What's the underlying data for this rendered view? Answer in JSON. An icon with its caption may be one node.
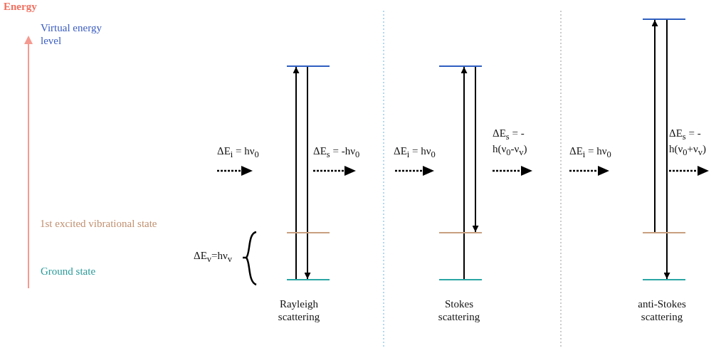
{
  "diagram": {
    "nodes": [
      {
        "text": [],
        "shape": "bar"
      },
      {
        "text": [],
        "shape": "bar"
      },
      {
        "text": [],
        "shape": "bar"
      },
      {
        "text": [],
        "shape": "bar"
      },
      {
        "text": [],
        "shape": "bar"
      },
      {
        "text": [],
        "shape": "bar"
      },
      {
        "text": [],
        "shape": "bar"
      },
      {
        "text": [],
        "shape": "bar"
      },
      {
        "text": [],
        "shape": "bar"
      }
    ],
    "edges": [
      {
        "from": 2,
        "to": 0,
        "arrow": "to"
      },
      {
        "from": 0,
        "to": 2,
        "arrow": "to"
      },
      {
        "from": 5,
        "to": 3,
        "arrow": "to"
      },
      {
        "from": 3,
        "to": 4,
        "arrow": "to"
      },
      {
        "from": 7,
        "to": 6,
        "arrow": "to"
      },
      {
        "from": 6,
        "to": 8,
        "arrow": "to"
      }
    ],
    "labels": [
      "Energy",
      "Virtual energy level",
      "1st excited vibrational state",
      "Ground state",
      "ΔE$_{v}$=hν$_{v}$",
      "ΔE$_{i}$ = hν$_{0}$",
      "ΔE$_{s}$ = -hν$_{0}$",
      "ΔE$_{i}$ = hν$_{0}$",
      "ΔE$_{s}$ = -h(ν$_{0}$-ν$_{v}$)",
      "ΔE$_{i}$ = hν$_{0}$",
      "ΔE$_{s}$ = -h(ν$_{0}$+ν$_{v}$)",
      "Rayleigh scattering",
      "Stokes scattering",
      "anti-Stokes scattering"
    ]
  }
}
